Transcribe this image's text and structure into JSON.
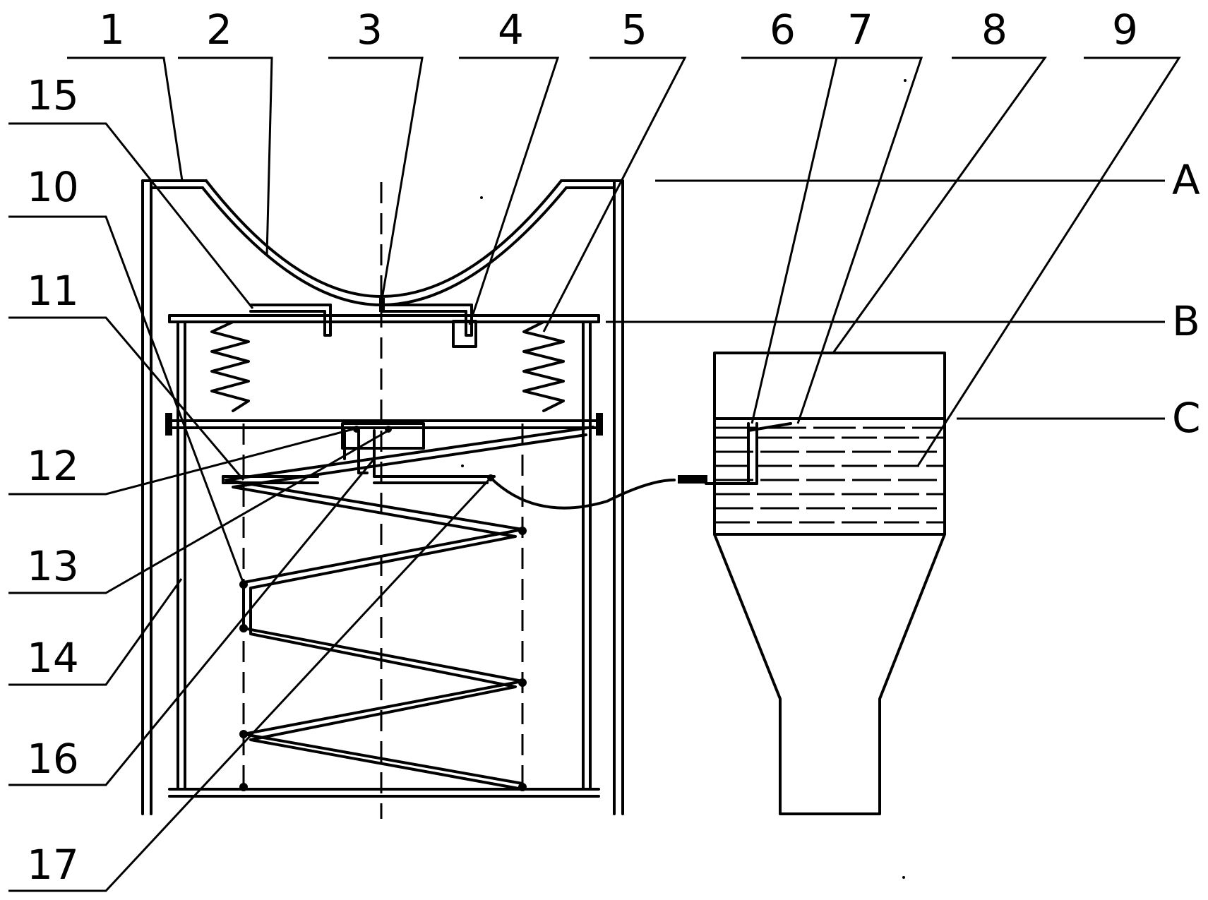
{
  "labels": {
    "n1": "1",
    "n2": "2",
    "n3": "3",
    "n4": "4",
    "n5": "5",
    "n6": "6",
    "n7": "7",
    "n8": "8",
    "n9": "9",
    "n10": "10",
    "n11": "11",
    "n12": "12",
    "n13": "13",
    "n14": "14",
    "n15": "15",
    "n16": "16",
    "n17": "17",
    "a": "A",
    "b": "B",
    "c": "C"
  }
}
